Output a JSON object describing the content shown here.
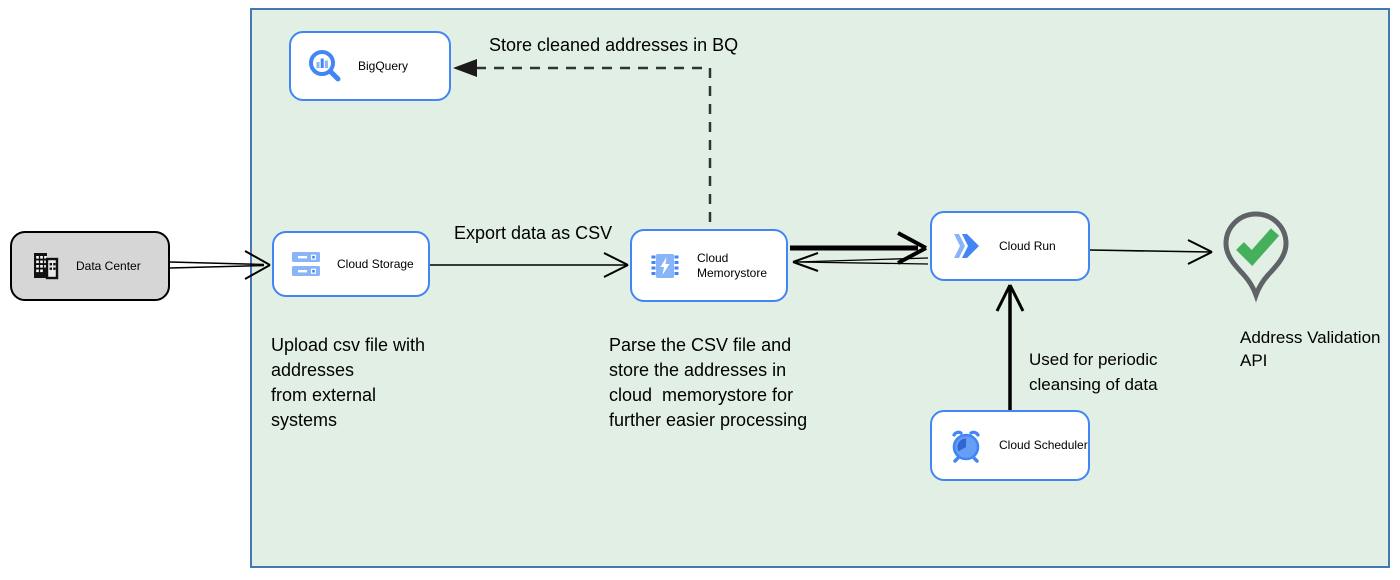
{
  "diagram": {
    "type": "cloud-architecture-flow",
    "nodes": {
      "data_center": {
        "label": "Data Center",
        "icon": "building-icon"
      },
      "bigquery": {
        "label": "BigQuery",
        "icon": "bigquery-magnifier-icon"
      },
      "cloud_storage": {
        "label": "Cloud Storage",
        "icon": "storage-bars-icon"
      },
      "cloud_memorystore": {
        "label": "Cloud Memorystore",
        "icon": "memorystore-chip-icon"
      },
      "cloud_run": {
        "label": "Cloud Run",
        "icon": "cloud-run-chevrons-icon"
      },
      "cloud_scheduler": {
        "label": "Cloud Scheduler",
        "icon": "scheduler-clock-icon"
      },
      "address_validation_api": {
        "label": "Address Validation API",
        "icon": "location-pin-check-icon"
      }
    },
    "annotations": {
      "store_bq": "Store cleaned addresses in BQ",
      "export_csv": "Export data as CSV",
      "upload_note": "Upload csv file with\naddresses\nfrom external\nsystems",
      "parse_note": "Parse the CSV file and\nstore the addresses in\ncloud  memorystore for\nfurther easier processing",
      "periodic_note": "Used for periodic\ncleansing of data"
    },
    "edges": [
      {
        "from": "data_center",
        "to": "cloud_storage",
        "style": "double-line open-arrow"
      },
      {
        "from": "cloud_storage",
        "to": "cloud_memorystore",
        "style": "solid open-arrow",
        "label": "Export data as CSV"
      },
      {
        "from": "cloud_memorystore",
        "to": "cloud_run",
        "style": "thick open-arrow"
      },
      {
        "from": "cloud_run",
        "to": "cloud_memorystore",
        "style": "thin open-arrow"
      },
      {
        "from": "cloud_run",
        "to": "address_validation_api",
        "style": "solid open-arrow"
      },
      {
        "from": "cloud_scheduler",
        "to": "cloud_run",
        "style": "thick open-arrow",
        "label": "Used for periodic cleansing of data"
      },
      {
        "from": "cloud_memorystore",
        "to": "bigquery",
        "style": "dashed filled-arrow",
        "label": "Store cleaned addresses in BQ"
      }
    ],
    "colors": {
      "boundary_fill": "#e2efe4",
      "boundary_border": "#4576b5",
      "node_border": "#4285f4",
      "node_fill": "#ffffff",
      "datacenter_fill": "#d6d6d6",
      "icon_blue": "#4285f4",
      "icon_light_blue": "#8ab4f8",
      "icon_dark_blue": "#3367d6",
      "check_green": "#45b05c",
      "pin_gray": "#5f6368",
      "arrow_black": "#000000"
    }
  }
}
